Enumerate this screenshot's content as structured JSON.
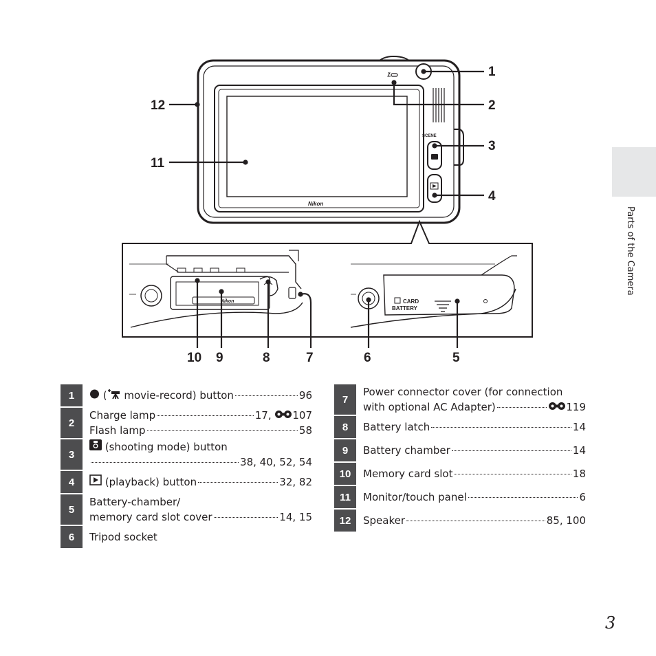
{
  "figure": {
    "logo_text": "Nikon",
    "scene_label": "SCENE",
    "card_label": "CARD",
    "battery_label": "BATTERY",
    "callouts": [
      "1",
      "2",
      "3",
      "4",
      "5",
      "6",
      "7",
      "8",
      "9",
      "10",
      "11",
      "12"
    ]
  },
  "side_tab": {
    "label": "Parts of the Camera"
  },
  "left_table": [
    {
      "number": "1",
      "lines": [
        {
          "icon": "record-dot-icon",
          "text": " (",
          "icon2": "movie-camera-icon",
          "text2": " movie-record) button",
          "page": "96"
        }
      ]
    },
    {
      "number": "2",
      "lines": [
        {
          "text": "Charge lamp",
          "page": "17, ",
          "ref_icon": "reference-icon",
          "page2": "107"
        },
        {
          "text": "Flash lamp",
          "page": "58"
        }
      ]
    },
    {
      "number": "3",
      "lines": [
        {
          "icon": "camera-icon",
          "text": " (shooting mode) button",
          "page": ""
        },
        {
          "text": "",
          "page": "38, 40, 52, 54"
        }
      ]
    },
    {
      "number": "4",
      "lines": [
        {
          "icon": "playback-icon",
          "text": " (playback) button",
          "page": "32, 82"
        }
      ]
    },
    {
      "number": "5",
      "lines": [
        {
          "text": "Battery-chamber/",
          "page": ""
        },
        {
          "text": "memory card slot cover",
          "page": "14, 15"
        }
      ]
    },
    {
      "number": "6",
      "lines": [
        {
          "text": "Tripod socket",
          "page": ""
        }
      ]
    }
  ],
  "right_table": [
    {
      "number": "7",
      "lines": [
        {
          "text": "Power connector cover (for connection",
          "page": ""
        },
        {
          "text": "with optional AC Adapter)",
          "page": "",
          "ref_icon": "reference-icon",
          "page2": "119"
        }
      ]
    },
    {
      "number": "8",
      "lines": [
        {
          "text": "Battery latch",
          "page": "14"
        }
      ]
    },
    {
      "number": "9",
      "lines": [
        {
          "text": "Battery chamber",
          "page": "14"
        }
      ]
    },
    {
      "number": "10",
      "lines": [
        {
          "text": "Memory card slot",
          "page": "18"
        }
      ]
    },
    {
      "number": "11",
      "lines": [
        {
          "text": "Monitor/touch panel",
          "page": "6"
        }
      ]
    },
    {
      "number": "12",
      "lines": [
        {
          "text": "Speaker",
          "page": "85, 100"
        }
      ]
    }
  ],
  "page_number": "3"
}
